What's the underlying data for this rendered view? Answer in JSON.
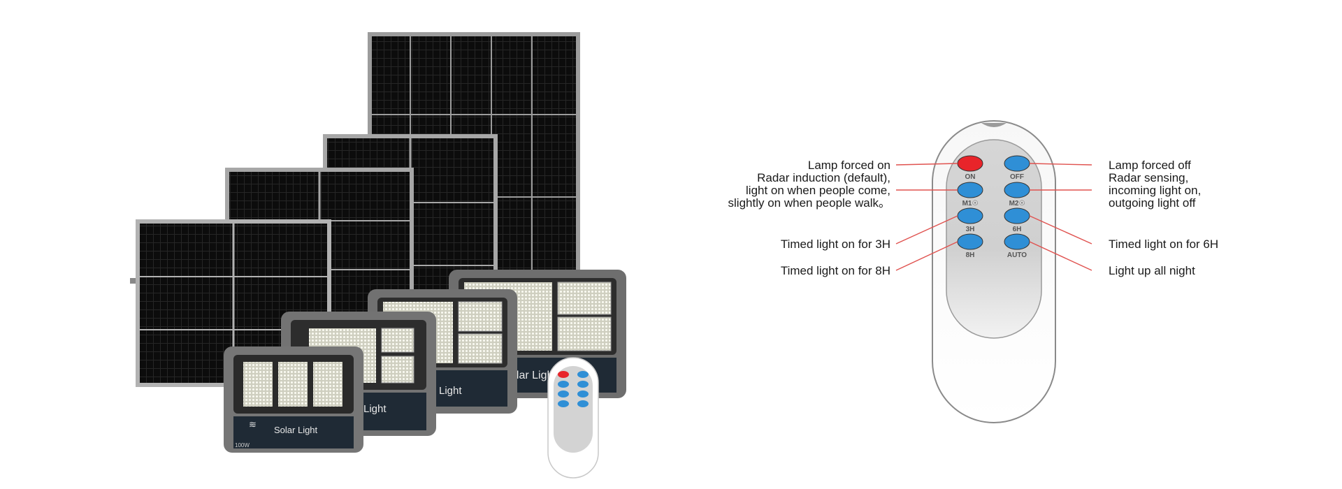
{
  "colors": {
    "callout_line": "#e0524f",
    "button_blue": "#2f8fd6",
    "button_red": "#e8242a",
    "remote_body": "#d4d4d4",
    "panel_frame": "#a9a9a9",
    "panel_cell": "#0c0c0c",
    "lamp_housing": "#707070"
  },
  "product": {
    "lamp_labels": {
      "small": "Solar Light",
      "medium": "Light",
      "large": "Light",
      "xlarge": "olar Ligh",
      "wattage": "100W"
    }
  },
  "remote": {
    "buttons": [
      {
        "id": "on",
        "label": "ON",
        "color": "red"
      },
      {
        "id": "off",
        "label": "OFF",
        "color": "blue"
      },
      {
        "id": "m1",
        "label": "M1☉",
        "color": "blue"
      },
      {
        "id": "m2",
        "label": "M2☉",
        "color": "blue"
      },
      {
        "id": "3h",
        "label": "3H",
        "color": "blue"
      },
      {
        "id": "6h",
        "label": "6H",
        "color": "blue"
      },
      {
        "id": "8h",
        "label": "8H",
        "color": "blue"
      },
      {
        "id": "auto",
        "label": "AUTO",
        "color": "blue"
      }
    ],
    "callouts_left": [
      {
        "target": "on",
        "lines": [
          "Lamp forced on"
        ]
      },
      {
        "target": "m1",
        "lines": [
          "Radar induction (default),",
          "light on when people come,",
          "slightly on when people walk。"
        ]
      },
      {
        "target": "3h",
        "lines": [
          "Timed light on for 3H"
        ]
      },
      {
        "target": "8h",
        "lines": [
          "Timed light on for 8H"
        ]
      }
    ],
    "callouts_right": [
      {
        "target": "off",
        "lines": [
          "Lamp forced off"
        ]
      },
      {
        "target": "m2",
        "lines": [
          "Radar sensing,",
          "incoming light on,",
          "outgoing light off"
        ]
      },
      {
        "target": "6h",
        "lines": [
          "Timed light on for 6H"
        ]
      },
      {
        "target": "auto",
        "lines": [
          "Light up all night"
        ]
      }
    ]
  }
}
